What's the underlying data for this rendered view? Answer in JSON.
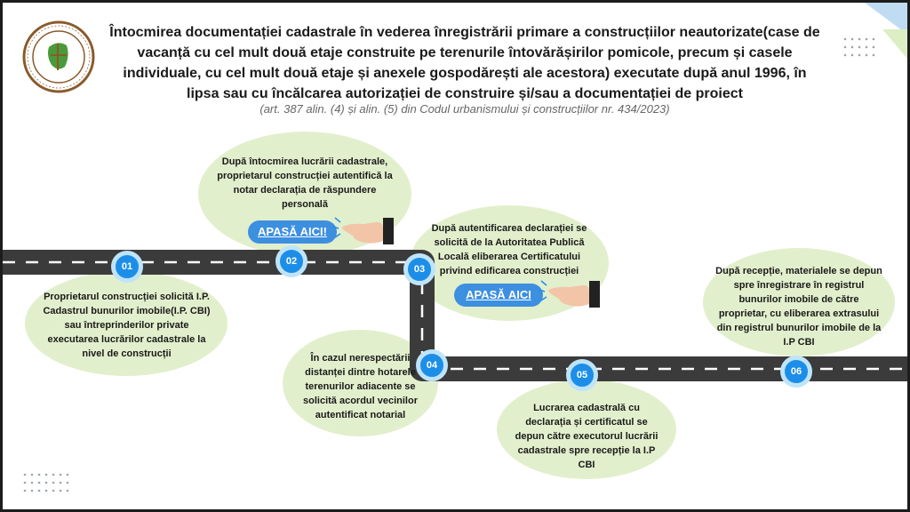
{
  "header": {
    "title": "Întocmirea documentației cadastrale în vederea înregistrării primare a construcțiilor neautorizate(case de vacanță cu cel mult două etaje construite pe terenurile întovărășirilor pomicole, precum și casele individuale, cu cel mult două etaje și anexele gospodărești ale acestora) executate după anul 1996, în lipsa sau cu încălcarea autorizației de construire și/sau a documentației de proiect",
    "subtitle": "(art. 387 alin. (4) și alin. (5) din Codul urbanismului și construcțiilor nr. 434/2023)"
  },
  "steps": [
    {
      "number": "01",
      "text": "Proprietarul construcției solicită I.P. Cadastrul bunurilor imobile(I.P. CBI) sau întreprinderilor private executarea lucrărilor cadastrale la nivel de construcții"
    },
    {
      "number": "02",
      "text": "După întocmirea lucrării cadastrale, proprietarul construcției autentifică la notar declarația de răspundere personală"
    },
    {
      "number": "03",
      "text": "După autentificarea declarației se solicită de la Autoritatea Publică Locală eliberarea Certificatului privind edificarea construcției"
    },
    {
      "number": "04",
      "text": "În cazul nerespectării distanței dintre hotarele terenurilor adiacente se solicită acordul vecinilor autentificat notarial"
    },
    {
      "number": "05",
      "text": "Lucrarea cadastrală cu declarația și certificatul se depun către executorul lucrării cadastrale spre recepție la I.P CBI"
    },
    {
      "number": "06",
      "text": "După recepție, materialele se depun spre înregistrare în registrul bunurilor imobile de către proprietar, cu eliberarea extrasului din registrul bunurilor imobile de la I.P CBI"
    }
  ],
  "buttons": {
    "step2": "APASĂ AICI!",
    "step3": "APASĂ AICI"
  },
  "colors": {
    "road": "#3b3b3b",
    "bubble": "#e2efcc",
    "node": "#1d8ee8",
    "node_ring": "#bfe4fa",
    "button": "#3d8fe0"
  },
  "icons": {
    "logo": "agency-seal-icon",
    "pointer": "pointing-hand-icon"
  }
}
